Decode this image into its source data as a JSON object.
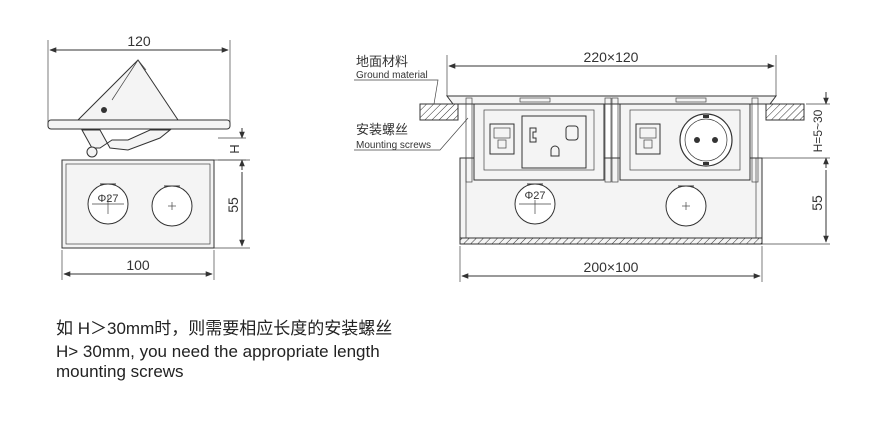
{
  "left_view": {
    "top_width": "120",
    "bottom_width": "100",
    "h_label": "H",
    "depth": "55",
    "hole_label": "Φ27"
  },
  "right_view": {
    "top_size": "220×120",
    "bottom_size": "200×100",
    "h_range": "H=5~30",
    "depth": "55",
    "hole_label": "Φ27",
    "ground_material_cn": "地面材料",
    "ground_material_en": "Ground material",
    "mounting_screws_cn": "安装螺丝",
    "mounting_screws_en": "Mounting screws"
  },
  "notes": {
    "cn": "如 H＞30mm时，则需要相应长度的安装螺丝",
    "en_line1": "H> 30mm, you need the appropriate length",
    "en_line2": "mounting screws"
  }
}
